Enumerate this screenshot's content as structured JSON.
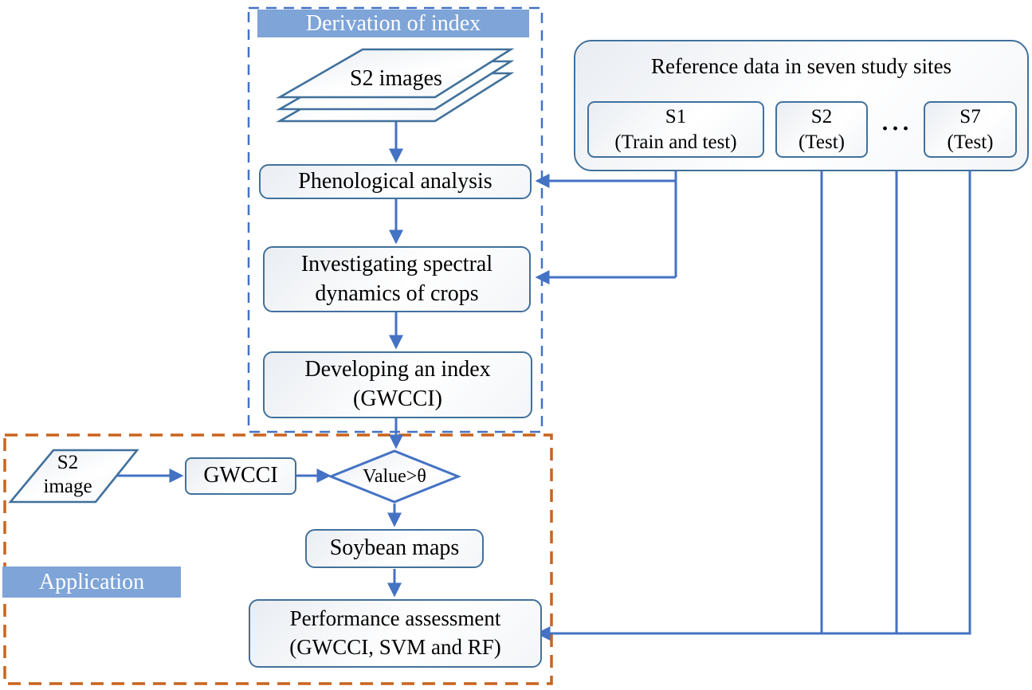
{
  "colors": {
    "connector_blue": "#4472C4",
    "box_border_blue": "#41719C",
    "dash_blue": "#4472C4",
    "dash_orange": "#C9641D",
    "section_label_bg": "#7EA4D8",
    "section_label_text": "#FFFFFF",
    "box_fill_light": "#E9EDF2"
  },
  "derivation": {
    "section_label": "Derivation of index",
    "s2_images": "S2 images",
    "phenological": "Phenological analysis",
    "investigating": {
      "line1": "Investigating spectral",
      "line2": "dynamics of crops"
    },
    "developing": {
      "line1": "Developing an index",
      "line2": "(GWCCI)"
    }
  },
  "reference": {
    "title": "Reference data in seven study sites",
    "s1": {
      "name": "S1",
      "role": "(Train and test)"
    },
    "s2": {
      "name": "S2",
      "role": "(Test)"
    },
    "ellipsis": "···",
    "s7": {
      "name": "S7",
      "role": "(Test)"
    }
  },
  "application": {
    "section_label": "Application",
    "s2_image": {
      "line1": "S2",
      "line2": "image"
    },
    "gwcci": "GWCCI",
    "decision": "Value>θ",
    "soybean": "Soybean maps",
    "performance": {
      "line1": "Performance assessment",
      "line2": "(GWCCI, SVM and RF)"
    }
  }
}
